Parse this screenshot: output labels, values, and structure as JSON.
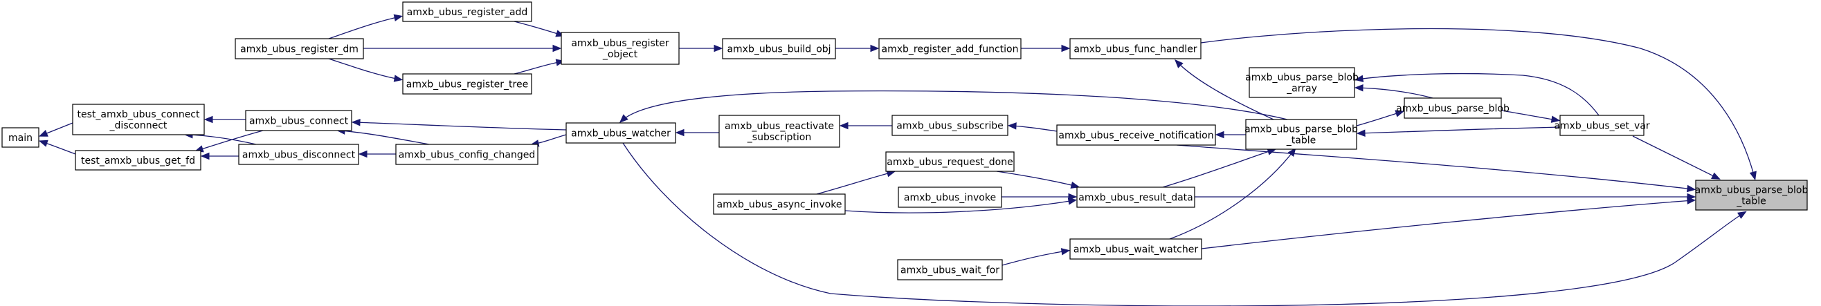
{
  "graph": {
    "edge_color": "#191970",
    "focus_fill": "#bfbfbf",
    "nodes": [
      {
        "id": "parse_blob_table",
        "lines": [
          "amxb_ubus_parse_blob",
          "_table"
        ],
        "focus": true
      },
      {
        "id": "set_var",
        "lines": [
          "amxb_ubus_set_var"
        ]
      },
      {
        "id": "parse_blob",
        "lines": [
          "amxb_ubus_parse_blob"
        ]
      },
      {
        "id": "parse_blob_table2",
        "lines": [
          "amxb_ubus_parse_blob",
          "_table"
        ]
      },
      {
        "id": "parse_blob_array",
        "lines": [
          "amxb_ubus_parse_blob",
          "_array"
        ]
      },
      {
        "id": "func_handler",
        "lines": [
          "amxb_ubus_func_handler"
        ]
      },
      {
        "id": "register_add_function",
        "lines": [
          "amxb_register_add_function"
        ]
      },
      {
        "id": "build_obj",
        "lines": [
          "amxb_ubus_build_obj"
        ]
      },
      {
        "id": "register_object",
        "lines": [
          "amxb_ubus_register",
          "_object"
        ]
      },
      {
        "id": "register_add",
        "lines": [
          "amxb_ubus_register_add"
        ]
      },
      {
        "id": "register_dm",
        "lines": [
          "amxb_ubus_register_dm"
        ]
      },
      {
        "id": "register_tree",
        "lines": [
          "amxb_ubus_register_tree"
        ]
      },
      {
        "id": "receive_notification",
        "lines": [
          "amxb_ubus_receive_notification"
        ]
      },
      {
        "id": "subscribe",
        "lines": [
          "amxb_ubus_subscribe"
        ]
      },
      {
        "id": "reactivate_subscription",
        "lines": [
          "amxb_ubus_reactivate",
          "_subscription"
        ]
      },
      {
        "id": "watcher",
        "lines": [
          "amxb_ubus_watcher"
        ]
      },
      {
        "id": "connect",
        "lines": [
          "amxb_ubus_connect"
        ]
      },
      {
        "id": "config_changed",
        "lines": [
          "amxb_ubus_config_changed"
        ]
      },
      {
        "id": "disconnect",
        "lines": [
          "amxb_ubus_disconnect"
        ]
      },
      {
        "id": "test_connect_disconnect",
        "lines": [
          "test_amxb_ubus_connect",
          "_disconnect"
        ]
      },
      {
        "id": "test_get_fd",
        "lines": [
          "test_amxb_ubus_get_fd"
        ]
      },
      {
        "id": "main",
        "lines": [
          "main"
        ]
      },
      {
        "id": "result_data",
        "lines": [
          "amxb_ubus_result_data"
        ]
      },
      {
        "id": "request_done",
        "lines": [
          "amxb_ubus_request_done"
        ]
      },
      {
        "id": "invoke",
        "lines": [
          "amxb_ubus_invoke"
        ]
      },
      {
        "id": "async_invoke",
        "lines": [
          "amxb_ubus_async_invoke"
        ]
      },
      {
        "id": "wait_watcher",
        "lines": [
          "amxb_ubus_wait_watcher"
        ]
      },
      {
        "id": "wait_for",
        "lines": [
          "amxb_ubus_wait_for"
        ]
      }
    ]
  }
}
